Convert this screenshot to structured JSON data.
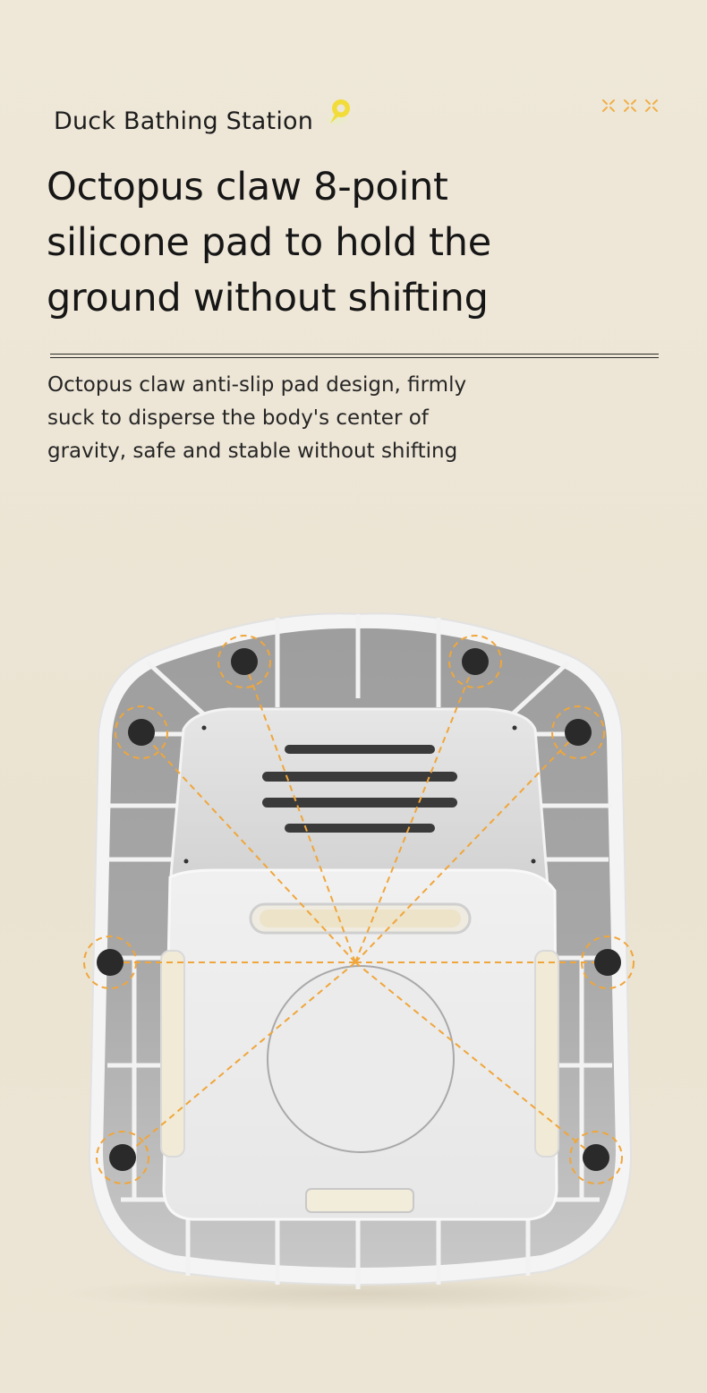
{
  "header": {
    "brand": "Duck Bathing Station",
    "brand_mark_icon": "pin-marker-icon",
    "sparkles_icon": "sparkle-icon"
  },
  "headline": {
    "lines": [
      "Octopus claw 8-point",
      "silicone pad to hold the",
      "ground without shifting"
    ]
  },
  "description": {
    "lines": [
      "Octopus claw anti-slip pad design, firmly",
      "suck to disperse the body's center of",
      "gravity, safe and stable without shifting"
    ]
  },
  "illustration": {
    "subject": "product-bottom-view",
    "pad_count": 8,
    "colors": {
      "background": "#ede6d6",
      "accent": "#f0a63a",
      "pad": "#2a2a2a",
      "shell": "#f3f3f3"
    }
  }
}
